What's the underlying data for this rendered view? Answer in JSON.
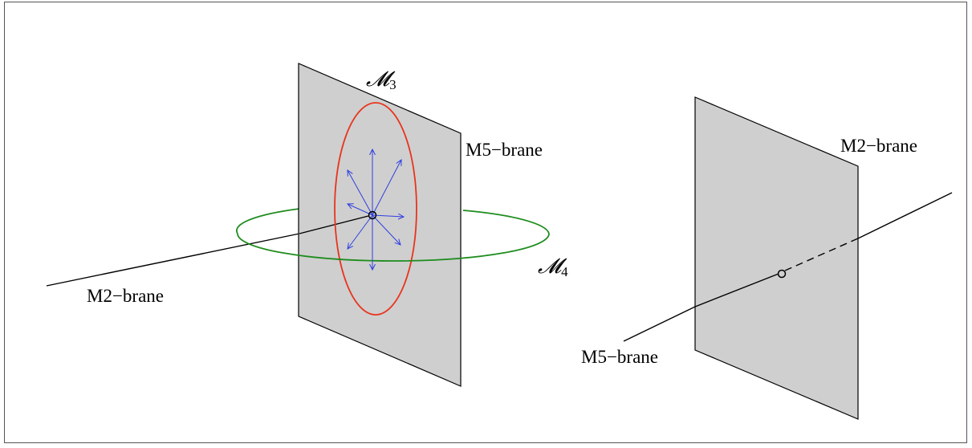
{
  "left_panel": {
    "m3_label": {
      "symbol": "𝓜",
      "index": "3"
    },
    "m4_label": {
      "symbol": "𝓜",
      "index": "4"
    },
    "m5_brane_label": "M5−brane",
    "m2_brane_label": "M2−brane"
  },
  "right_panel": {
    "m2_brane_label": "M2−brane",
    "m5_brane_label": "M5−brane"
  },
  "colors": {
    "plane_fill": "#cfcfcf",
    "plane_stroke": "#000000",
    "m3_circle": "#e8341c",
    "m4_circle": "#1d8c1d",
    "field_arrows": "#2f3fe0",
    "frame": "#555555"
  }
}
